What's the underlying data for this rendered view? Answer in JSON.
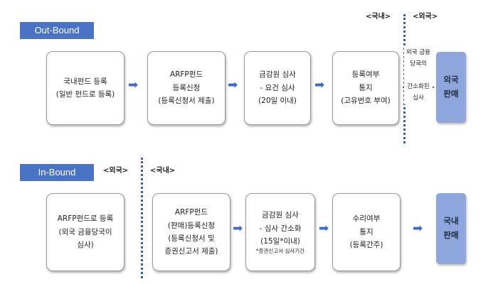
{
  "outbound": {
    "tag": "Out-Bound",
    "region_domestic": "<국내>",
    "region_foreign": "<외국>",
    "steps": [
      {
        "lines": [
          "국내펀드 등록",
          "(일반 펀드로 등록)"
        ]
      },
      {
        "lines": [
          "ARFP펀드",
          "등록신청",
          "(등록신청서 제출)"
        ]
      },
      {
        "lines": [
          "금감원 심사",
          "- 요건 심사",
          "(20일 이내)"
        ]
      },
      {
        "lines": [
          "등록여부",
          "통지",
          "(고유번호 부여)"
        ]
      }
    ],
    "note": [
      "외국 금융",
      "당국의",
      "",
      "간소화된",
      "심사"
    ],
    "final": [
      "외국",
      "판매"
    ]
  },
  "inbound": {
    "tag": "In-Bound",
    "region_foreign": "<외국>",
    "region_domestic": "<국내>",
    "steps": [
      {
        "lines": [
          "ARFP펀드로 등록",
          "(외국 금융당국이",
          "심사)"
        ]
      },
      {
        "lines": [
          "ARFP펀드",
          "(판매)등록신청",
          "(등록신청서 및",
          "증권신고서 제출)"
        ]
      },
      {
        "lines": [
          "금감원 심사",
          "- 심사 간소화",
          "(15일*이내)"
        ],
        "footnote": "*증권신고서 심사기간"
      },
      {
        "lines": [
          "수리여부",
          "통지",
          "(등록간주)"
        ]
      }
    ],
    "final": [
      "국내",
      "판매"
    ]
  },
  "arrow_glyph": "➡"
}
